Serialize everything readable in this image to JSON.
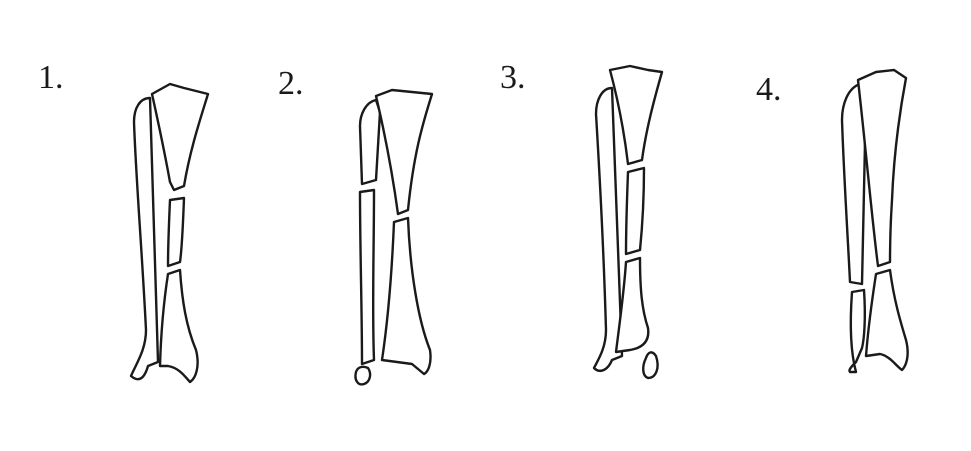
{
  "panels": [
    {
      "label": "1."
    },
    {
      "label": "2."
    },
    {
      "label": "3."
    },
    {
      "label": "4."
    }
  ],
  "colors": {
    "background": "#ffffff",
    "line": "#1a1a1a"
  }
}
